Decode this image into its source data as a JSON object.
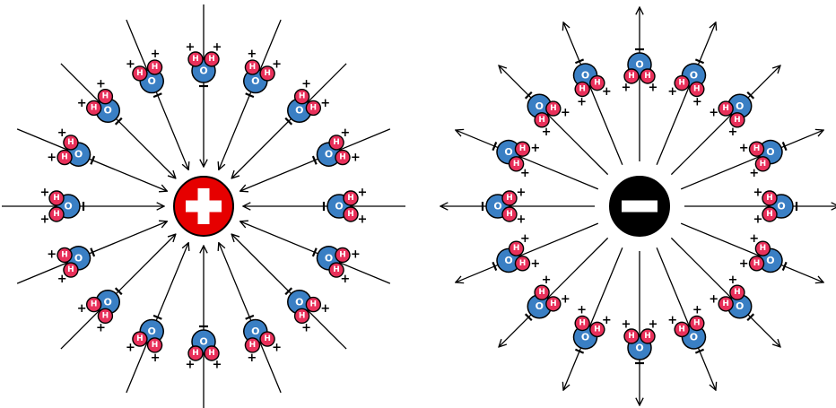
{
  "colors": {
    "oxygen": "#3a7fc4",
    "hydrogen": "#e8305a",
    "positive_ion": "#e60000",
    "negative_ion": "#000000",
    "field_line": "#000000",
    "atom_label": "#ffffff",
    "background": "#ffffff"
  },
  "labels": {
    "oxygen": "O",
    "hydrogen": "H",
    "partial_positive": "+",
    "partial_negative": "-"
  },
  "panels": [
    {
      "id": "cation",
      "ion_charge": "positive",
      "ion_sign": "+",
      "field_direction": "inward",
      "molecule_orientation": "hydrogens-outward",
      "molecule_count": 16
    },
    {
      "id": "anion",
      "ion_charge": "negative",
      "ion_sign": "-",
      "field_direction": "outward",
      "molecule_orientation": "hydrogens-inward",
      "molecule_count": 16
    }
  ]
}
